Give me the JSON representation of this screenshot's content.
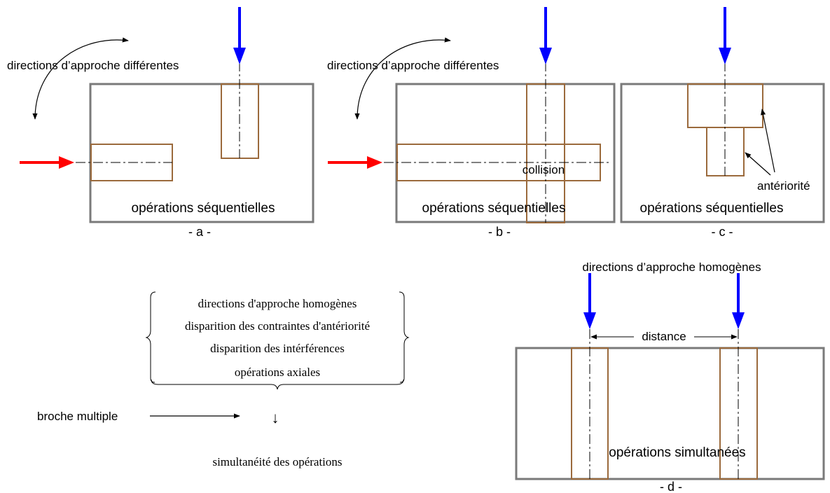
{
  "colors": {
    "frame": "#7a7a7a",
    "slot": "#9b6a3c",
    "axis": "#000000",
    "vertical_approach": "#0000ff",
    "horizontal_approach": "#ff0000"
  },
  "panel_a": {
    "caption": "- a -",
    "approach_label": "directions d’approche différentes",
    "ops_label": "opérations séquentielles"
  },
  "panel_b": {
    "caption": "- b -",
    "approach_label": "directions d’approche différentes",
    "collision_label": "collision",
    "ops_label": "opérations séquentielles"
  },
  "panel_c": {
    "caption": "- c -",
    "precedence_label": "antériorité",
    "ops_label": "opérations séquentielles"
  },
  "panel_d": {
    "caption": "- d -",
    "approach_label": "directions d’approche homogènes",
    "distance_label": "distance",
    "ops_label": "opérations simultanées"
  },
  "summary": {
    "items": [
      "directions d'approche homogènes",
      "disparition des contraintes d'antériorité",
      "disparition des intérférences",
      "opérations axiales"
    ],
    "down_arrow": "↓",
    "multi_spindle_label": "broche multiple",
    "result_label": "simultanéité des opérations"
  }
}
